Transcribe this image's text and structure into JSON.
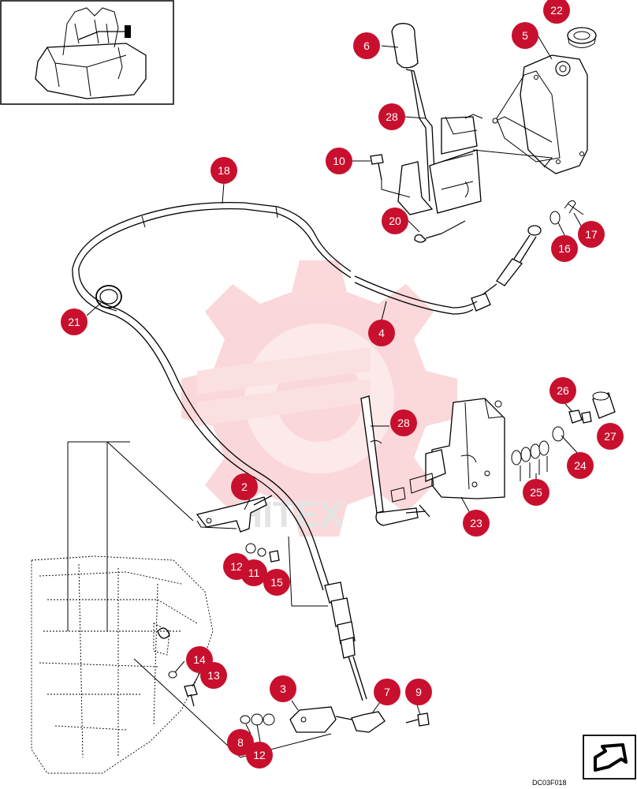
{
  "document_code": "DC03F018",
  "watermark_text": "HITEX",
  "colors": {
    "callout_fill": "#c8102e",
    "callout_text": "#ffffff",
    "watermark": "#f4a3a8"
  },
  "icons": {
    "inset": "forklift-overview-icon",
    "direction": "front-direction-arrow-icon",
    "watermark": "gear-wrench-watermark-icon"
  },
  "callouts": [
    {
      "id": "c22",
      "label": "22"
    },
    {
      "id": "c6",
      "label": "6"
    },
    {
      "id": "c5",
      "label": "5"
    },
    {
      "id": "c28a",
      "label": "28"
    },
    {
      "id": "c10",
      "label": "10"
    },
    {
      "id": "c18",
      "label": "18"
    },
    {
      "id": "c20",
      "label": "20"
    },
    {
      "id": "c17",
      "label": "17"
    },
    {
      "id": "c16",
      "label": "16"
    },
    {
      "id": "c21",
      "label": "21"
    },
    {
      "id": "c4",
      "label": "4"
    },
    {
      "id": "c26",
      "label": "26"
    },
    {
      "id": "c28b",
      "label": "28"
    },
    {
      "id": "c27",
      "label": "27"
    },
    {
      "id": "c24",
      "label": "24"
    },
    {
      "id": "c2",
      "label": "2"
    },
    {
      "id": "c25",
      "label": "25"
    },
    {
      "id": "c23",
      "label": "23"
    },
    {
      "id": "c12a",
      "label": "12"
    },
    {
      "id": "c11",
      "label": "11"
    },
    {
      "id": "c15",
      "label": "15"
    },
    {
      "id": "c14",
      "label": "14"
    },
    {
      "id": "c13",
      "label": "13"
    },
    {
      "id": "c3",
      "label": "3"
    },
    {
      "id": "c7",
      "label": "7"
    },
    {
      "id": "c9",
      "label": "9"
    },
    {
      "id": "c8",
      "label": "8"
    },
    {
      "id": "c12b",
      "label": "12"
    }
  ]
}
